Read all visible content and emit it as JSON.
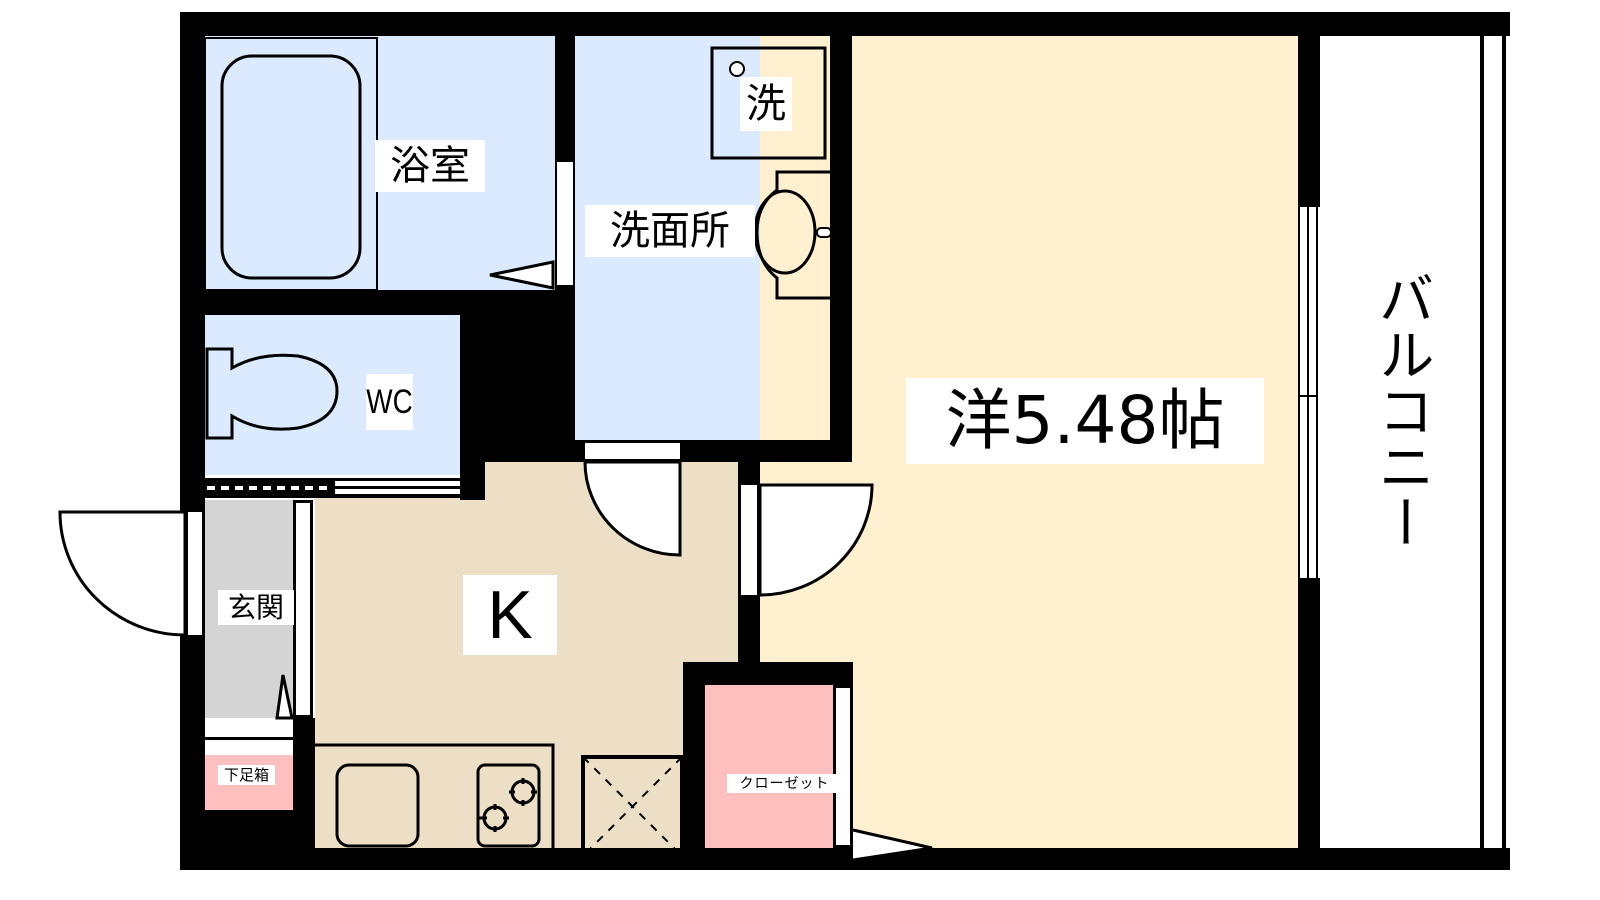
{
  "floorplan": {
    "colors": {
      "wall": "#000000",
      "wet_area": "#dbeafe",
      "kitchen": "#eddfc6",
      "western_room": "#fff0d0",
      "entrance": "#d4d4d4",
      "storage": "#ffbfbf",
      "balcony": "#ffffff"
    },
    "rooms": {
      "bath": {
        "label": "浴室"
      },
      "washroom": {
        "label": "洗面所"
      },
      "washer": {
        "label": "洗"
      },
      "toilet": {
        "label": "WC"
      },
      "entrance": {
        "label": "玄関"
      },
      "shoe_box": {
        "label": "下足箱"
      },
      "kitchen": {
        "label": "K"
      },
      "closet": {
        "label": "クローゼット"
      },
      "western_room": {
        "label": "洋5.48帖",
        "type": "洋",
        "size_jo": "5.48",
        "unit": "帖"
      },
      "balcony": {
        "label": "バルコニー"
      }
    }
  }
}
